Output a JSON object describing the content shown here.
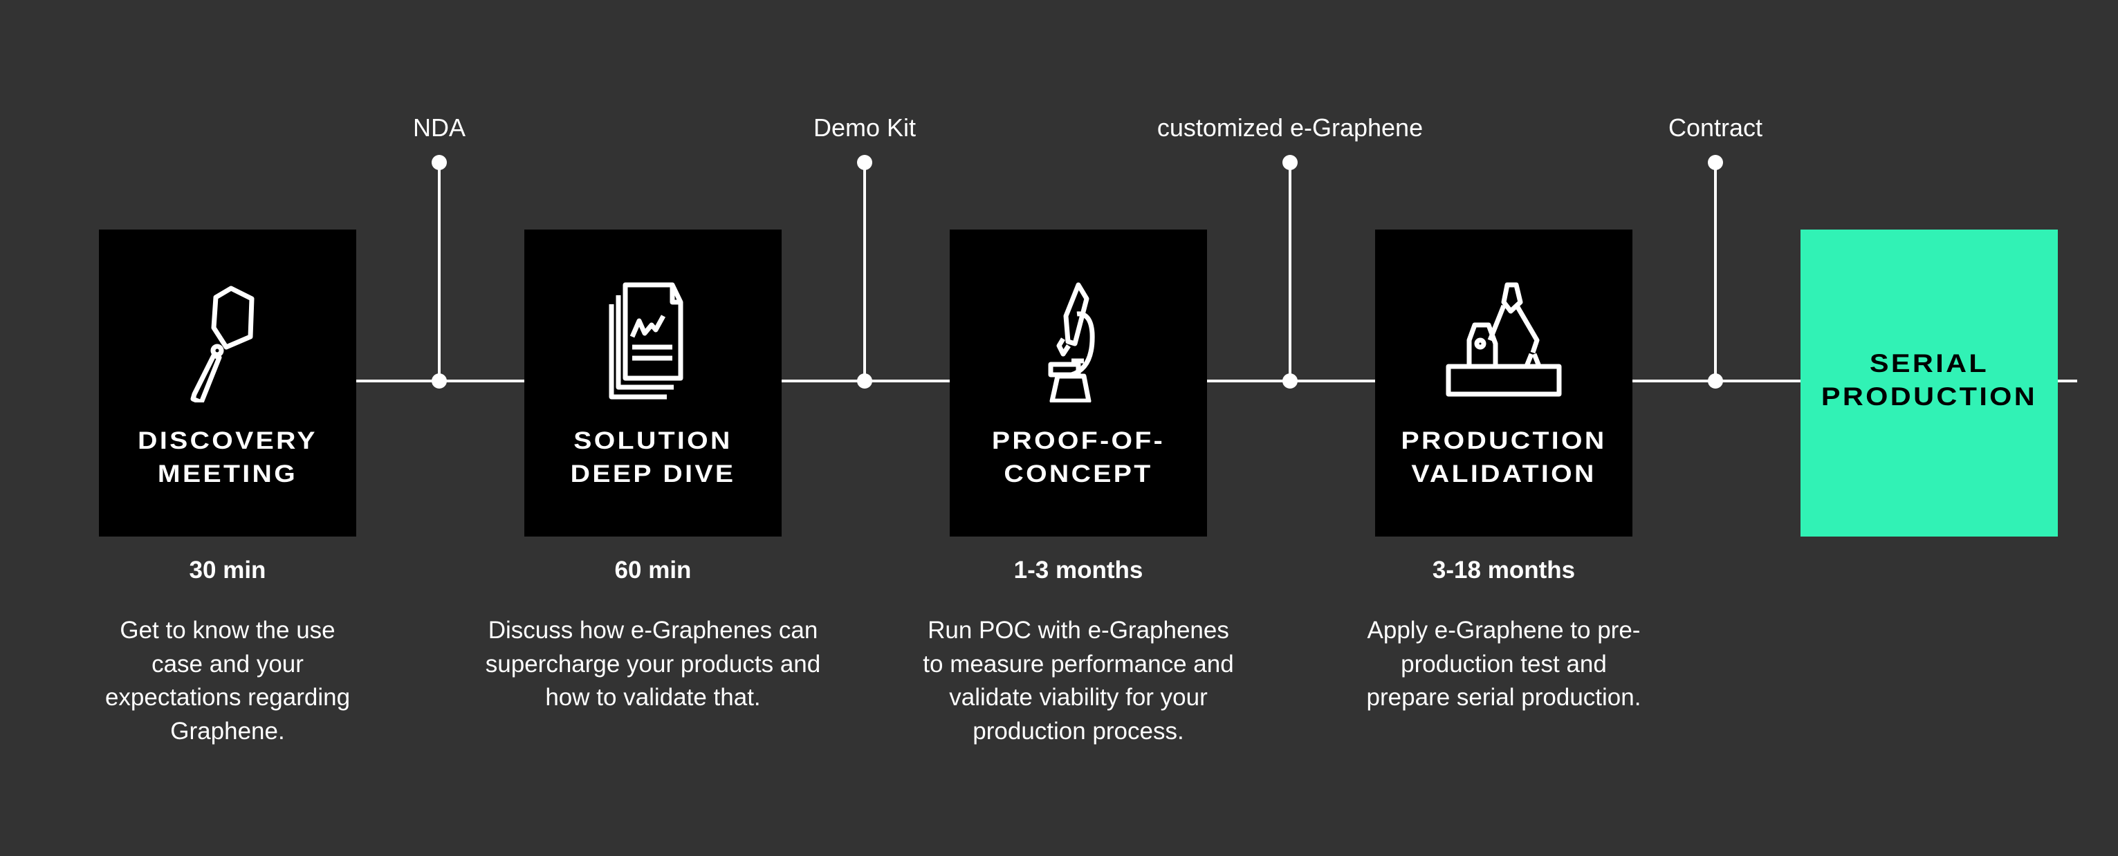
{
  "connectors": [
    {
      "label": "NDA"
    },
    {
      "label": "Demo Kit"
    },
    {
      "label": "customized e-Graphene"
    },
    {
      "label": "Contract"
    }
  ],
  "stages": [
    {
      "title_line1": "DISCOVERY",
      "title_line2": "MEETING",
      "icon": "magnifier-hexagon-icon",
      "duration": "30 min",
      "description": "Get to know the use case and your expectations regarding Graphene."
    },
    {
      "title_line1": "SOLUTION",
      "title_line2": "DEEP DIVE",
      "icon": "documents-chart-icon",
      "duration": "60 min",
      "description": "Discuss how e-Graphenes can supercharge your products and how to validate that."
    },
    {
      "title_line1": "PROOF-OF-",
      "title_line2": "CONCEPT",
      "icon": "microscope-icon",
      "duration": "1-3 months",
      "description": "Run POC with e-Graphenes to measure performance and validate viability for your production process."
    },
    {
      "title_line1": "PRODUCTION",
      "title_line2": "VALIDATION",
      "icon": "robot-arm-icon",
      "duration": "3-18 months",
      "description": "Apply e-Graphene to pre-production test and prepare serial production."
    },
    {
      "title_line1": "SERIAL",
      "title_line2": "PRODUCTION"
    }
  ],
  "colors": {
    "background": "#333333",
    "box": "#000000",
    "accent": "#31f2b5"
  }
}
